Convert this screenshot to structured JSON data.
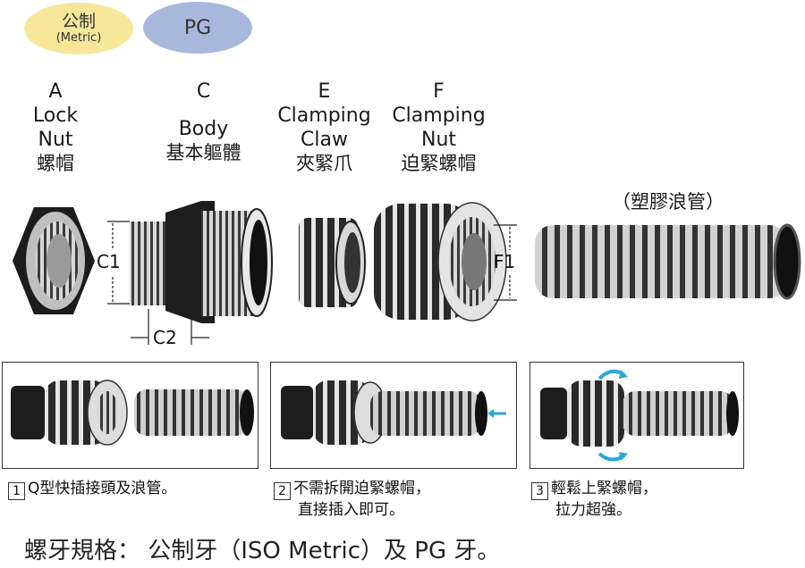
{
  "badges": {
    "metric_main": "公制",
    "metric_sub": "(Metric)",
    "pg": "PG"
  },
  "parts": {
    "a": {
      "letter": "A",
      "line1": "Lock",
      "line2": "Nut",
      "cn": "螺帽"
    },
    "c": {
      "letter": "C",
      "line1": "Body",
      "cn": "基本軀體"
    },
    "e": {
      "letter": "E",
      "line1": "Clamping",
      "line2": "Claw",
      "cn": "夾緊爪"
    },
    "f": {
      "letter": "F",
      "line1": "Clamping",
      "line2": "Nut",
      "cn": "迫緊螺帽"
    },
    "hose": {
      "cn": "（塑膠浪管）"
    }
  },
  "dimensions": {
    "c1": "C1",
    "c2": "C2",
    "f1": "F1"
  },
  "steps": [
    {
      "num": "1",
      "line1": "Q型快插接頭及浪管。"
    },
    {
      "num": "2",
      "line1": "不需拆開迫緊螺帽，",
      "line2": "直接插入即可。"
    },
    {
      "num": "3",
      "line1": "輕鬆上緊螺帽，",
      "line2": "拉力超強。"
    }
  ],
  "footer": "螺牙規格： 公制牙（ISO Metric）及 PG 牙。",
  "colors": {
    "metric_badge": "#f6e79a",
    "pg_badge": "#a8b8dd",
    "arrow": "#2aa7d6",
    "part": "#222222"
  }
}
